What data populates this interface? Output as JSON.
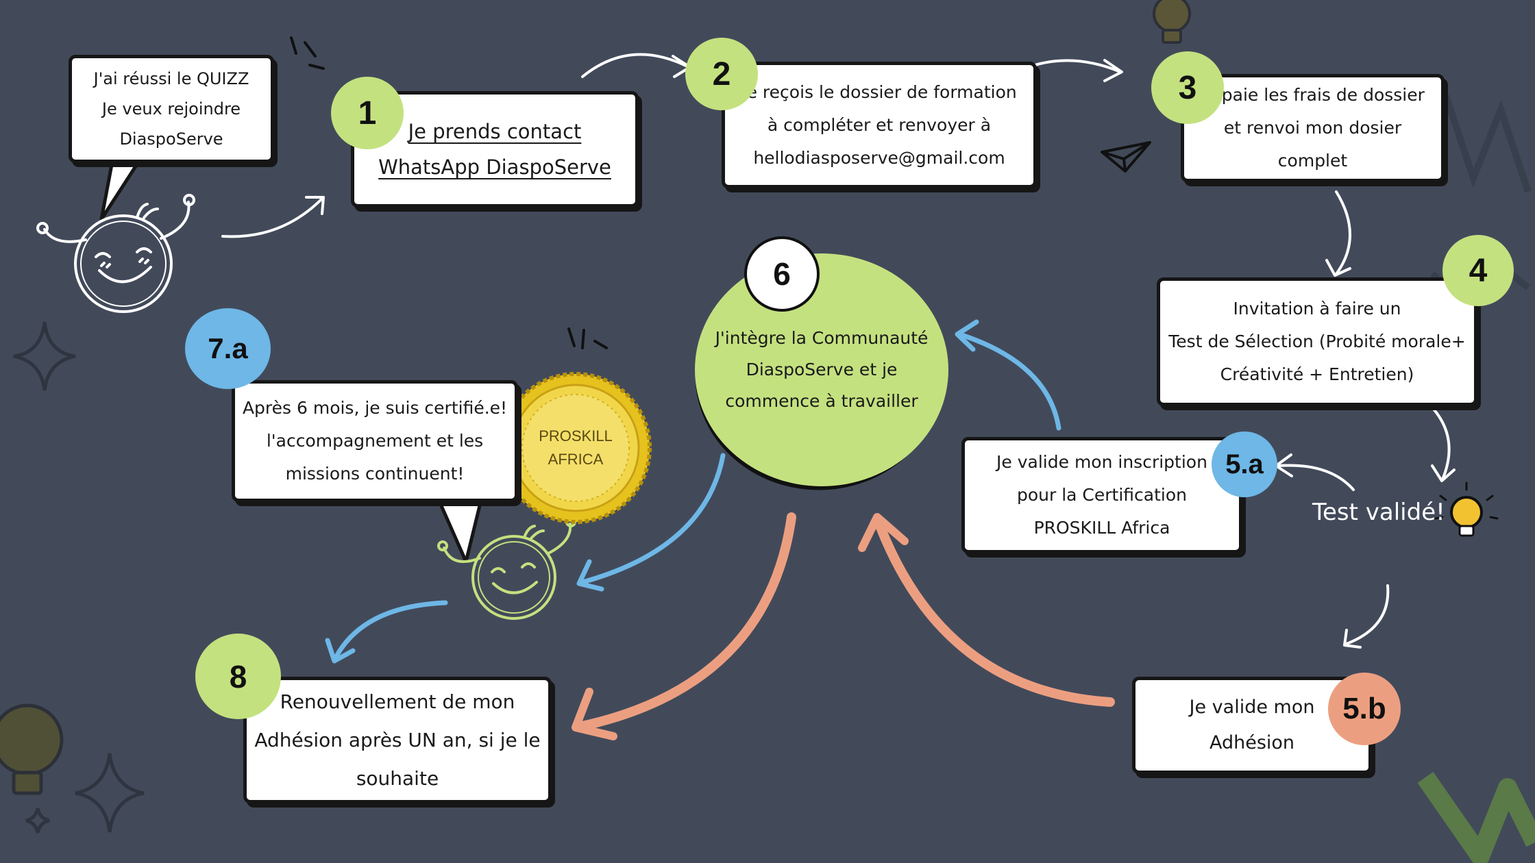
{
  "steps": {
    "start": {
      "lines": [
        "J'ai réussi le QUIZZ",
        "Je veux rejoindre",
        "DiaspoServe"
      ]
    },
    "s1": {
      "number": "1",
      "lines": [
        "Je prends contact",
        "WhatsApp DiaspoServe"
      ]
    },
    "s2": {
      "number": "2",
      "lines": [
        "Je reçois le dossier de formation",
        "à compléter et renvoyer à",
        "hellodiasposerve@gmail.com"
      ]
    },
    "s3": {
      "number": "3",
      "lines": [
        "Je paie les frais de dossier",
        "et renvoi mon dosier complet"
      ]
    },
    "s4": {
      "number": "4",
      "lines": [
        "Invitation à faire un",
        "Test de Sélection (Probité morale+",
        "Créativité + Entretien)"
      ]
    },
    "test_label": "Test validé!",
    "s5a": {
      "number": "5.a",
      "lines": [
        "Je valide mon inscription",
        "pour la Certification",
        "PROSKILL Africa"
      ]
    },
    "s5b": {
      "number": "5.b",
      "lines": [
        "Je valide mon",
        "Adhésion"
      ]
    },
    "s6": {
      "number": "6",
      "lines": [
        "J'intègre la Communauté",
        "DiaspoServe et je",
        "commence à travailler"
      ]
    },
    "s7a": {
      "number": "7.a",
      "lines": [
        "Après 6 mois, je suis certifié.e!",
        "l'accompagnement et les",
        "missions continuent!"
      ]
    },
    "s8": {
      "number": "8",
      "lines": [
        "Renouvellement de mon",
        "Adhésion après UN an, si je le",
        "souhaite"
      ]
    }
  },
  "seal": {
    "line1": "PROSKILL",
    "line2": "AFRICA"
  },
  "colors": {
    "background": "#424a5a",
    "green": "#c4e17f",
    "blue": "#6eb7e6",
    "salmon": "#ec9f80",
    "gold": "#e6c21e"
  }
}
